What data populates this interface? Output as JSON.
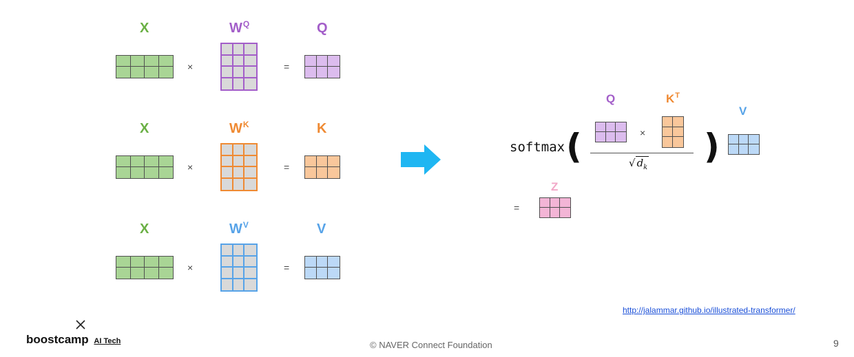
{
  "colors": {
    "x": "#6ab044",
    "q": "#a35ec9",
    "k": "#ef8a33",
    "v": "#57a3e8",
    "z": "#f2a8c8",
    "x_fill": "#a9d595",
    "x_border": "#4f4f4f",
    "weight_fill": "#d9d9d9",
    "q_fill": "#dcbcee",
    "k_fill": "#f9c79b",
    "v_fill": "#bcd9f7",
    "z_fill": "#f3b5d6",
    "arrow": "#1fb6f2",
    "link": "#1a4fd8"
  },
  "projections": [
    {
      "input": "X",
      "weight": "W",
      "weight_sup": "Q",
      "output": "Q",
      "times": "×",
      "equals": "="
    },
    {
      "input": "X",
      "weight": "W",
      "weight_sup": "K",
      "output": "K",
      "times": "×",
      "equals": "="
    },
    {
      "input": "X",
      "weight": "W",
      "weight_sup": "V",
      "output": "V",
      "times": "×",
      "equals": "="
    }
  ],
  "formula": {
    "softmax": "softmax",
    "q_label": "Q",
    "k_label": "K",
    "k_sup": "T",
    "v_label": "V",
    "times": "×",
    "sqrt_symbol": "√",
    "denominator_var": "d",
    "denominator_sub": "k",
    "equals": "=",
    "z_label": "Z",
    "open_paren": "(",
    "close_paren": ")"
  },
  "source_link": "http://jalammar.github.io/illustrated-transformer/",
  "footer": {
    "logo_mark": "×",
    "logo_text": "boostcamp",
    "logo_sub": "AI Tech",
    "copyright": "©  NAVER Connect Foundation",
    "page_number": "9"
  }
}
